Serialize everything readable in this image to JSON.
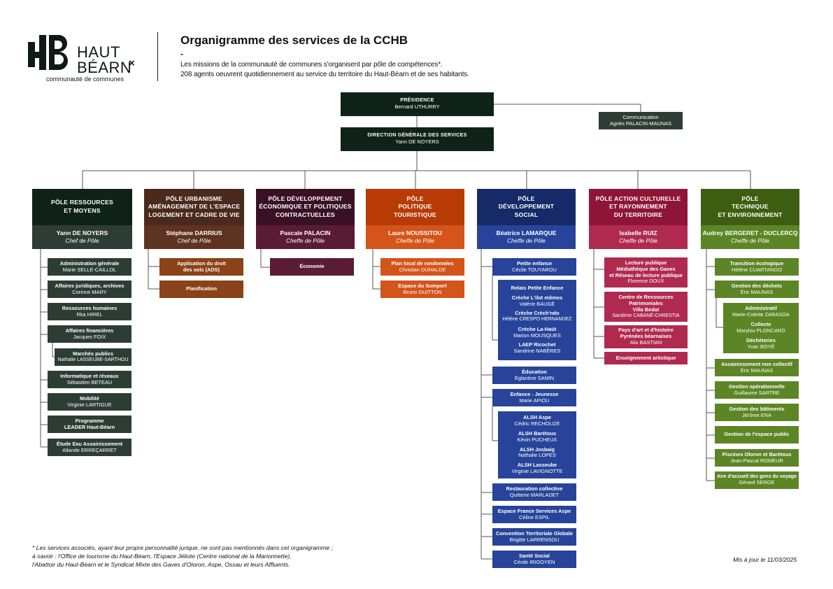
{
  "header": {
    "logo": {
      "line1": "HAUT",
      "line2": "BÉARN",
      "mark": "×",
      "sub": "communauté de communes"
    },
    "title": "Organigramme des services de la CCHB",
    "dash": "-",
    "intro1": "Les missions de la communauté de communes s'organisent par pôle de compétences*.",
    "intro2": "208 agents oeuvrent quotidiennement au service du territoire du Haut-Béarn et de ses habitants."
  },
  "colors": {
    "dark": "#0f2218",
    "gray": "#2d3d34",
    "urbanisme": "#4a2a1c",
    "urbanisme_sub": "#8a4318",
    "eco": "#3a1124",
    "eco_sub": "#5a1b35",
    "tour": "#b83a04",
    "tour_sub": "#d4541a",
    "social": "#152a66",
    "social_sub": "#27449a",
    "culture": "#8e1535",
    "culture_sub": "#b02a50",
    "tech": "#3d5e10",
    "tech_sub": "#5c8525"
  },
  "top": {
    "presidence": {
      "title": "PRÉSIDENCE",
      "person": "Bernard UTHURRY"
    },
    "dgs": {
      "title": "DIRECTION GÉNÉRALE DES SERVICES",
      "person": "Yann DE NOYERS"
    },
    "communication": {
      "title": "Communication",
      "person": "Agnès PALACIN-MAUNAS"
    }
  },
  "poles": [
    {
      "title_lines": [
        "PÔLE RESSOURCES",
        "ET MOYENS"
      ],
      "chief": "Yann DE NOYERS",
      "role": "Chef de Pôle",
      "services": [
        {
          "title": "Administration générale",
          "person": "Marie SELLE-CAILLOL"
        },
        {
          "title": "Affaires juridiques, archives",
          "person": "Corinne MARY"
        },
        {
          "title": "Ressources humaines",
          "person": "Rka HIREL"
        },
        {
          "title": "Affaires financières",
          "person": "Jacques FOIX"
        },
        {
          "title": "Marchés publics",
          "person": "Nathalie LASSEUBE-SARTHOU"
        },
        {
          "title": "Informatique et réseaux",
          "person": "Sébastien BETEAU"
        },
        {
          "title": "Mobilité",
          "person": "Virginie LARTIGUE"
        },
        {
          "title": "Programme",
          "title2": "LEADER Haut-Béarn"
        },
        {
          "title": "Étude Eau Assainissement",
          "person": "Allande ERREÇARRET"
        }
      ]
    },
    {
      "title_lines": [
        "PÔLE URBANISME",
        "AMÉNAGEMENT DE L'ESPACE",
        "LOGEMENT ET CADRE DE VIE"
      ],
      "chief": "Stéphane DARRIUS",
      "role": "Chef de Pôle",
      "services": [
        {
          "title": "Application du droit",
          "title2": "des sols (ADS)"
        },
        {
          "title": "Planification"
        }
      ]
    },
    {
      "title_lines": [
        "PÔLE DÉVELOPPEMENT",
        "ÉCONOMIQUE ET POLITIQUES",
        "CONTRACTUELLES"
      ],
      "chief": "Pascale PALACIN",
      "role": "Cheffe de Pôle",
      "services": [
        {
          "title": "Économie"
        }
      ]
    },
    {
      "title_lines": [
        "PÔLE",
        "POLITIQUE",
        "TOURISTIQUE"
      ],
      "chief": "Laure NOUSSITOU",
      "role": "Cheffe de Pôle",
      "services": [
        {
          "title": "Plan local de randonnées",
          "person": "Christian DUHALDE"
        },
        {
          "title": "Espace du Somport",
          "person": "Bruno GUITTON"
        }
      ]
    },
    {
      "title_lines": [
        "PÔLE",
        "DÉVELOPPEMENT",
        "SOCIAL"
      ],
      "chief": "Béatrice LAMARQUE",
      "role": "Cheffe de Pôle",
      "services": [
        {
          "title": "Petite enfance",
          "person": "Cécile TOUYAROU"
        },
        {
          "title": "Relais Petite Enfance"
        },
        {
          "title": "Crèche L'ilot mômes",
          "person": "Valérie BAUGÉ"
        },
        {
          "title": "Crèche Crèch'ndo",
          "person": "Hélène CRESPO HERNANDEZ"
        },
        {
          "title": "Crèche La-Haüt",
          "person": "Marion MOUSQUES"
        },
        {
          "title": "LAEP Ricochet",
          "person": "Sandrine NABÈRES"
        },
        {
          "title": "Éducation",
          "person": "Églantine SAMIN"
        },
        {
          "title": "Enfance - Jeunesse",
          "person": "Marie APIOU"
        },
        {
          "title": "ALSH Aspe",
          "person": "Cédric RECHOUZE"
        },
        {
          "title": "ALSH Barétous",
          "person": "Kévin PUCHEUX"
        },
        {
          "title": "ALSH Josbaig",
          "person": "Nathalie LOPES"
        },
        {
          "title": "ALSH Lasseube",
          "person": "Virginie LAVIGNOTTE"
        },
        {
          "title": "Restauration collective",
          "person": "Quitterie MARLADET"
        },
        {
          "title": "Espace France Services Aspe",
          "person": "Céline ESPIL"
        },
        {
          "title": "Convention Territoriale Globale",
          "person": "Brigitte LARRENSOU"
        },
        {
          "title": "Santé Social",
          "person": "Cécile IRIGOYEN"
        }
      ]
    },
    {
      "title_lines": [
        "PÔLE ACTION CULTURELLE",
        "ET RAYONNEMENT",
        "DU TERRITOIRE"
      ],
      "chief": "Isabelle RUIZ",
      "role": "Cheffe de Pôle",
      "services": [
        {
          "title": "Lecture publique",
          "title2": "Médiathèque des Gaves",
          "title3": "et Réseau de lecture publique",
          "person": "Florence DOUX"
        },
        {
          "title": "Centre de Ressources",
          "title2": "Patrimoniales",
          "title3": "Villa Bedat",
          "person": "Sandrine CABANÉ-CHRESTIA"
        },
        {
          "title": "Pays d'art et d'histoire",
          "title2": "Pyrénées béarnaises",
          "person": "Alix BASTIAN"
        },
        {
          "title": "Enseignement artistique"
        }
      ]
    },
    {
      "title_lines": [
        "PÔLE",
        "TECHNIQUE",
        "ET ENVIRONNEMENT"
      ],
      "chief": "Audrey BERGERET - DUCLERCQ",
      "role": "Cheffe de Pôle",
      "services": [
        {
          "title": "Transition écologique",
          "person": "Hélène CUARTANGO"
        },
        {
          "title": "Gestion des déchets",
          "person": "Éric MAUNAS"
        },
        {
          "title": "Administratif",
          "person": "Marie-Colette ZARASOA"
        },
        {
          "title": "Collecte",
          "person": "Marylou PLONCARD"
        },
        {
          "title": "Déchèteries",
          "person": "Yvan BOYÉ"
        },
        {
          "title": "Assainissement non collectif",
          "person": "Éric MAUNAS"
        },
        {
          "title": "Gestion opérationnelle",
          "person": "Guillaume SARTRE"
        },
        {
          "title": "Gestion des bâtiments",
          "person": "Jérôme ENA"
        },
        {
          "title": "Gestion de l'espace public"
        },
        {
          "title": "Piscines Oloron et Barétous",
          "person": "Jean-Pascal ROMEUR"
        },
        {
          "title": "Aire d'accueil des gens du voyage",
          "person": "Gérard SERGE"
        }
      ]
    }
  ],
  "footer": {
    "note1": "* Les services associés, ayant leur propre personnalité jurique, ne sont pas mentionnés dans cet organigramme ;",
    "note2": "à savoir : l'Office de tourisme du Haut-Béarn, l'Espace Jéliote (Centre national de la Marionnette),",
    "note3": "l'Abattoir du Haut-Béarn et le Syndicat Mixte des Gaves d'Oloron, Aspe, Ossau et leurs Affluents.",
    "updated": "Mis à jour le 11/03/2025"
  }
}
